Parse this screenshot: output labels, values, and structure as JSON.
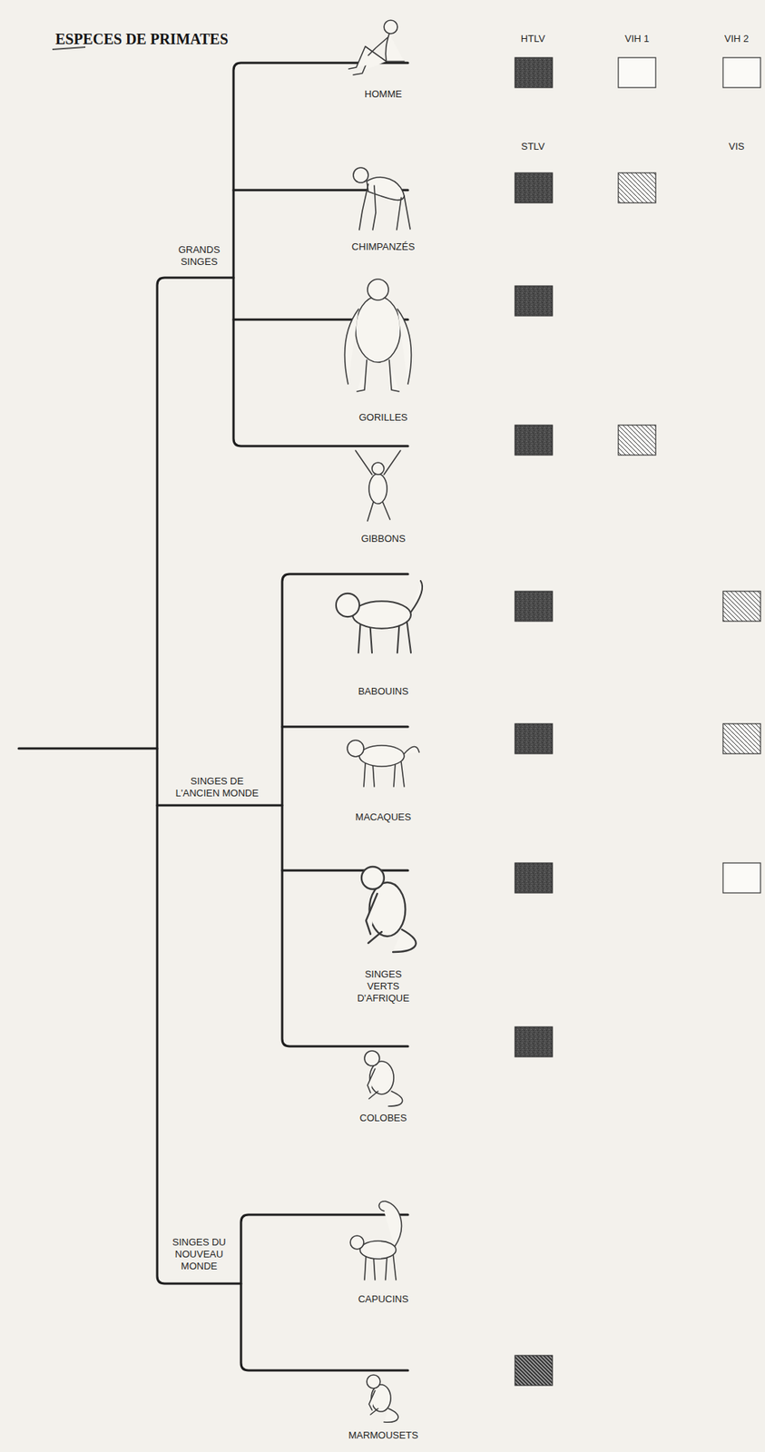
{
  "diagram": {
    "title": "ESPECES DE PRIMATES",
    "labels": [
      "HTLV",
      "VIH 1",
      "VIH 2",
      "HOMME",
      "STLV",
      "VIS",
      "GRANDS SINGES",
      "CHIMPANZÉS",
      "GORILLES",
      "GIBBONS",
      "BABOUINS",
      "SINGES DE L'ANCIEN MONDE",
      "MACAQUES",
      "SINGES VERTS D'AFRIQUE",
      "COLOBES",
      "SINGES DU NOUVEAU MONDE",
      "CAPUCINS",
      "MARMOUSETS"
    ]
  }
}
